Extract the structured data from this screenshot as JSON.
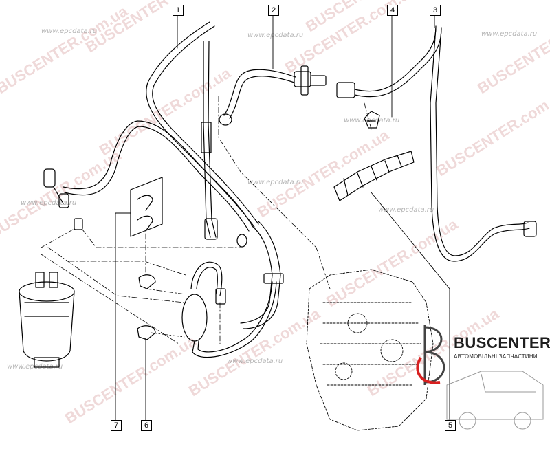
{
  "diagram": {
    "callouts": [
      {
        "id": "c1",
        "label": "1"
      },
      {
        "id": "c2",
        "label": "2"
      },
      {
        "id": "c3",
        "label": "3"
      },
      {
        "id": "c4",
        "label": "4"
      },
      {
        "id": "c5",
        "label": "5"
      },
      {
        "id": "c6",
        "label": "6"
      },
      {
        "id": "c7",
        "label": "7"
      }
    ]
  },
  "watermark": {
    "site": "www.epcdata.ru",
    "brand": "BUSCENTER",
    "domain": "BUSCENTER.com.ua"
  },
  "logo": {
    "title": "BUSCENTER",
    "subtitle": "АВТОМОБІЛЬНІ ЗАПЧАСТИНИ",
    "accent_color": "#d82020"
  }
}
